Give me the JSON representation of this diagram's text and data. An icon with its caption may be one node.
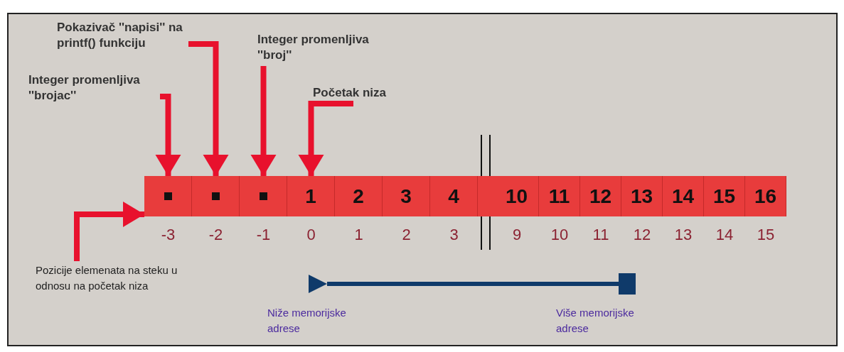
{
  "diagram": {
    "nodes": [
      {
        "text": [
          "Pokazivač ''napisi'' na printf() funkciju"
        ]
      },
      {
        "text": [
          "Integer promenljiva ''broj''"
        ]
      },
      {
        "text": [
          "Integer promenljiva ''brojac''"
        ]
      },
      {
        "text": [
          "Početak niza"
        ]
      },
      {
        "text": [],
        "shape": "box",
        "beside": [
          "-3"
        ]
      },
      {
        "text": [],
        "shape": "box",
        "beside": [
          "-2"
        ]
      },
      {
        "text": [],
        "shape": "box",
        "beside": [
          "-1"
        ]
      },
      {
        "text": [
          "1"
        ],
        "beside": [
          "0"
        ]
      },
      {
        "text": [
          "2"
        ],
        "beside": [
          "1"
        ]
      },
      {
        "text": [
          "3"
        ],
        "beside": [
          "2"
        ]
      },
      {
        "text": [
          "4"
        ],
        "beside": [
          "3"
        ]
      },
      {
        "text": [
          "10"
        ],
        "beside": [
          "9"
        ]
      },
      {
        "text": [
          "11"
        ],
        "beside": [
          "10"
        ]
      },
      {
        "text": [
          "12"
        ],
        "beside": [
          "11"
        ]
      },
      {
        "text": [
          "13"
        ],
        "beside": [
          "12"
        ]
      },
      {
        "text": [
          "14"
        ],
        "beside": [
          "13"
        ]
      },
      {
        "text": [
          "15"
        ],
        "beside": [
          "14"
        ]
      },
      {
        "text": [
          "16"
        ],
        "beside": [
          "15"
        ]
      },
      {
        "text": [
          "Pozicije elemenata na steku u odnosu na početak niza"
        ]
      }
    ],
    "edges": [
      {
        "from": 2,
        "to": 4,
        "arrow": "to"
      },
      {
        "from": 0,
        "to": 5,
        "arrow": "to"
      },
      {
        "from": 1,
        "to": 6,
        "arrow": "to"
      },
      {
        "from": 3,
        "to": 7,
        "arrow": "to"
      },
      {
        "from": 18,
        "to": 4,
        "arrow": "to"
      }
    ],
    "labels": [
      "Niže memorijske adrese",
      "Više memorijske adrese"
    ]
  }
}
